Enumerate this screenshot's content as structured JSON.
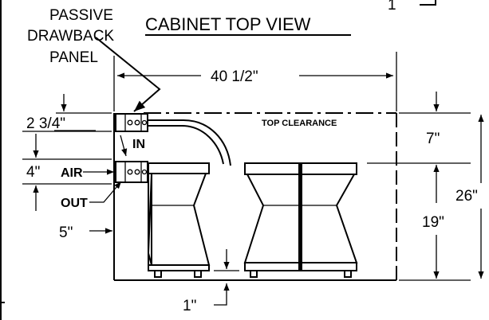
{
  "title": "CABINET TOP VIEW",
  "callouts": {
    "passive_line1": "PASSIVE",
    "passive_line2": "DRAWBACK",
    "passive_line3": "PANEL",
    "inlet": "IN",
    "air": "AIR",
    "outlet": "OUT",
    "top_clearance": "TOP CLEARANCE"
  },
  "dimensions": {
    "overall_width": "40 1/2\"",
    "inlet_offset": "2 3/4\"",
    "air_spacing": "4\"",
    "side_offset": "5\"",
    "top_clearance": "7\"",
    "cabinet_height": "19\"",
    "total_height": "26\"",
    "base_gap": "1\""
  },
  "corner_mark": "1"
}
